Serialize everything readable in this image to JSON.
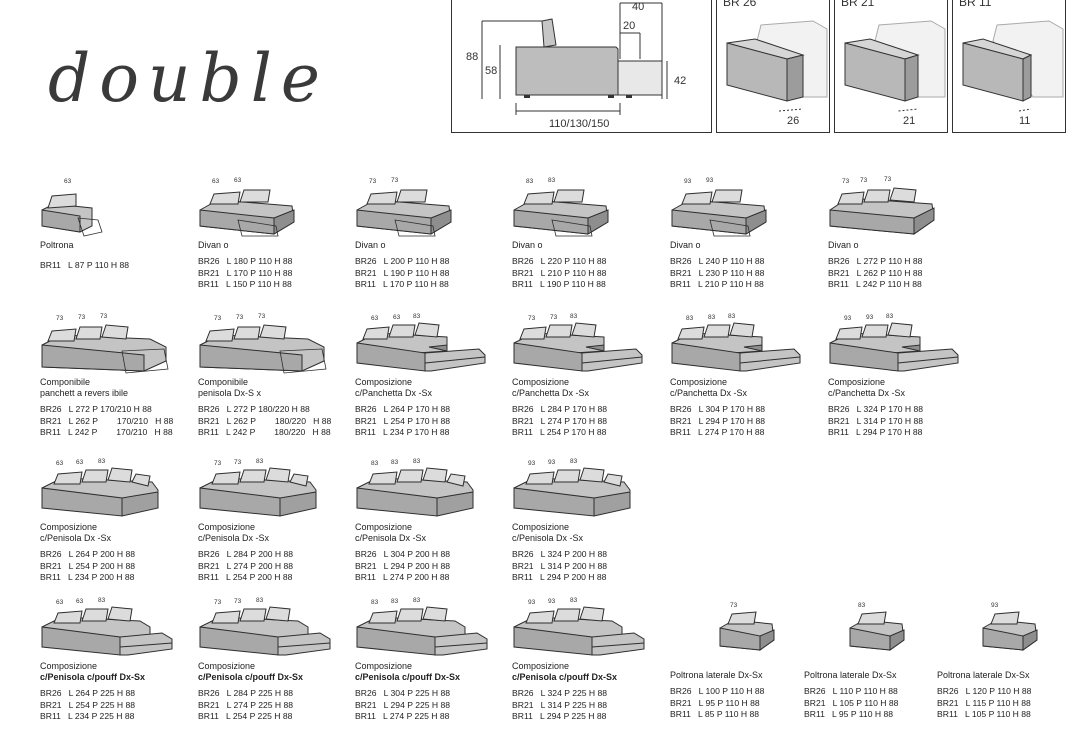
{
  "title": "double",
  "dims": {
    "top": "40",
    "inner": "20",
    "height": "88",
    "seat": "58",
    "arm": "42",
    "depth": "110/130/150"
  },
  "br_options": [
    {
      "label": "BR 26",
      "value": "26"
    },
    {
      "label": "BR 21",
      "value": "21"
    },
    {
      "label": "BR 11",
      "value": "11"
    }
  ],
  "products": [
    {
      "shape": "armchair",
      "seats": [
        "63"
      ],
      "name": [
        "Poltrona"
      ],
      "specs": [
        "BR11   L 87 P 110 H 88"
      ]
    },
    {
      "shape": "sofa2",
      "seats": [
        "63",
        "63"
      ],
      "name": [
        "Divan o"
      ],
      "specs": [
        "BR26   L 180 P 110 H 88",
        "BR21   L 170 P 110 H 88",
        "BR11   L 150 P 110 H 88"
      ]
    },
    {
      "shape": "sofa2",
      "seats": [
        "73",
        "73"
      ],
      "name": [
        "Divan o"
      ],
      "specs": [
        "BR26   L 200 P 110 H 88",
        "BR21   L 190 P 110 H 88",
        "BR11   L 170 P 110 H 88"
      ]
    },
    {
      "shape": "sofa2",
      "seats": [
        "83",
        "83"
      ],
      "name": [
        "Divan o"
      ],
      "specs": [
        "BR26   L 220 P 110 H 88",
        "BR21   L 210 P 110 H 88",
        "BR11   L 190 P 110 H 88"
      ]
    },
    {
      "shape": "sofa2",
      "seats": [
        "93",
        "93"
      ],
      "name": [
        "Divan o"
      ],
      "specs": [
        "BR26   L 240 P 110 H 88",
        "BR21   L 230 P 110 H 88",
        "BR11   L 210 P 110 H 88"
      ]
    },
    {
      "shape": "sofa3",
      "seats": [
        "73",
        "73",
        "73"
      ],
      "name": [
        "Divan o"
      ],
      "specs": [
        "BR26   L 272 P 110 H 88",
        "BR21   L 262 P 110 H 88",
        "BR11   L 242 P 110 H 88"
      ]
    },
    {
      "shape": "modular",
      "seats": [
        "73",
        "73",
        "73"
      ],
      "name": [
        "Componibile",
        "panchett  a revers ibile"
      ],
      "specs": [
        "BR26   L 272 P 170/210 H 88",
        "BR21   L 262 P        170/210   H 88",
        "BR11   L 242 P        170/210   H 88"
      ]
    },
    {
      "shape": "modular",
      "seats": [
        "73",
        "73",
        "73"
      ],
      "name": [
        "Componibile",
        "penisola Dx-S x"
      ],
      "specs": [
        "BR26   L 272 P 180/220 H 88",
        "BR21   L 262 P        180/220   H 88",
        "BR11   L 242 P        180/220   H 88"
      ]
    },
    {
      "shape": "bench",
      "seats": [
        "63",
        "63",
        "83"
      ],
      "name": [
        "Composizione",
        "c/Panchetta   Dx -Sx"
      ],
      "specs": [
        "BR26   L 264 P 170 H 88",
        "BR21   L 254 P 170 H 88",
        "BR11   L 234 P 170 H 88"
      ]
    },
    {
      "shape": "bench",
      "seats": [
        "73",
        "73",
        "83"
      ],
      "name": [
        "Composizione",
        "c/Panchetta Dx   -Sx"
      ],
      "specs": [
        "BR26   L 284 P 170 H 88",
        "BR21   L 274 P 170 H 88",
        "BR11   L 254 P 170 H 88"
      ]
    },
    {
      "shape": "bench",
      "seats": [
        "83",
        "83",
        "83"
      ],
      "name": [
        "Composizione",
        "c/Panchetta Dx   -Sx"
      ],
      "specs": [
        "BR26   L 304 P 170 H 88",
        "BR21   L 294 P 170 H 88",
        "BR11   L 274 P 170 H 88"
      ]
    },
    {
      "shape": "bench",
      "seats": [
        "93",
        "93",
        "83"
      ],
      "name": [
        "Composizione",
        "c/Panchetta Dx   -Sx"
      ],
      "specs": [
        "BR26   L 324 P 170 H 88",
        "BR21   L 314 P 170 H 88",
        "BR11   L 294 P 170 H 88"
      ]
    },
    {
      "shape": "peninsula",
      "seats": [
        "63",
        "63",
        "83"
      ],
      "name": [
        "Composizione",
        "c/Penisola Dx   -Sx"
      ],
      "specs": [
        "BR26   L 264 P 200 H 88",
        "BR21   L 254 P 200 H 88",
        "BR11   L 234 P 200 H 88"
      ]
    },
    {
      "shape": "peninsula",
      "seats": [
        "73",
        "73",
        "83"
      ],
      "name": [
        "Composizione",
        "c/Penisola Dx   -Sx"
      ],
      "specs": [
        "BR26   L 284 P 200 H 88",
        "BR21   L 274 P 200 H 88",
        "BR11   L 254 P 200 H 88"
      ]
    },
    {
      "shape": "peninsula",
      "seats": [
        "83",
        "83",
        "83"
      ],
      "name": [
        "Composizione",
        "c/Penisola Dx   -Sx"
      ],
      "specs": [
        "BR26   L 304 P 200 H 88",
        "BR21   L 294 P 200 H 88",
        "BR11   L 274 P 200 H 88"
      ]
    },
    {
      "shape": "peninsula",
      "seats": [
        "93",
        "93",
        "83"
      ],
      "name": [
        "Composizione",
        "c/Penisola Dx   -Sx"
      ],
      "specs": [
        "BR26   L 324 P 200 H 88",
        "BR21   L 314 P 200 H 88",
        "BR11   L 294 P 200 H 88"
      ]
    },
    {
      "shape": "pouf",
      "seats": [
        "63",
        "63",
        "83"
      ],
      "name": [
        "Composizione",
        "c/Penisola c/pouff Dx-Sx"
      ],
      "specs": [
        "BR26   L 264 P 225 H 88",
        "BR21   L 254 P 225 H 88",
        "BR11   L 234 P 225 H 88"
      ]
    },
    {
      "shape": "pouf",
      "seats": [
        "73",
        "73",
        "83"
      ],
      "name": [
        "Composizione",
        "c/Penisola c/pouff Dx-Sx"
      ],
      "specs": [
        "BR26   L 284 P 225 H 88",
        "BR21   L 274 P 225 H 88",
        "BR11   L 254 P 225 H 88"
      ]
    },
    {
      "shape": "pouf",
      "seats": [
        "83",
        "83",
        "83"
      ],
      "name": [
        "Composizione",
        "c/Penisola c/pouff Dx-Sx"
      ],
      "specs": [
        "BR26   L 304 P 225 H 88",
        "BR21   L 294 P 225 H 88",
        "BR11   L 274 P 225 H 88"
      ]
    },
    {
      "shape": "pouf",
      "seats": [
        "93",
        "93",
        "83"
      ],
      "name": [
        "Composizione",
        "c/Penisola c/pouff Dx-Sx"
      ],
      "specs": [
        "BR26   L 324 P 225 H 88",
        "BR21   L 314 P 225 H 88",
        "BR11   L 294 P 225 H 88"
      ]
    },
    {
      "shape": "side",
      "seats": [
        "73"
      ],
      "name": [
        "Poltrona laterale Dx-Sx"
      ],
      "specs": [
        "BR26   L 100 P 110 H 88",
        "BR21   L 95 P 110 H 88",
        "BR11   L 85 P 110 H 88"
      ]
    },
    {
      "shape": "side",
      "seats": [
        "83"
      ],
      "name": [
        "Poltrona laterale Dx-Sx"
      ],
      "specs": [
        "BR26   L 110 P 110 H 88",
        "BR21   L 105 P 110 H 88",
        "BR11   L 95 P 110 H 88"
      ]
    },
    {
      "shape": "side",
      "seats": [
        "93"
      ],
      "name": [
        "Poltrona laterale Dx-Sx"
      ],
      "specs": [
        "BR26   L 120 P 110 H 88",
        "BR21   L 115 P 110 H 88",
        "BR11   L 105 P 110 H 88"
      ]
    }
  ]
}
